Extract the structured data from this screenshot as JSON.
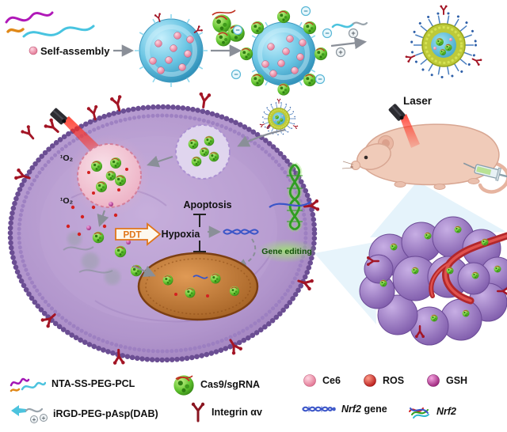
{
  "scene": {
    "self_assembly_label": "Self-assembly",
    "laser_label": "Laser",
    "pdt_label": "PDT",
    "hypoxia_label": "Hypoxia",
    "apoptosis_label": "Apoptosis",
    "gene_editing_label": "Gene editing",
    "singlet_oxygen": "¹O₂",
    "plus_sign": "+",
    "minus_sign": "−"
  },
  "legend": {
    "row1": [
      {
        "name": "nta-ss-peg-pcl",
        "label": "NTA-SS-PEG-PCL"
      },
      {
        "name": "cas9-sgrna",
        "label": "Cas9/sgRNA"
      },
      {
        "name": "ce6",
        "label": "Ce6"
      },
      {
        "name": "ros",
        "label": "ROS"
      },
      {
        "name": "gsh",
        "label": "GSH"
      }
    ],
    "row2": [
      {
        "name": "irgd-peg-pasp-dab",
        "label": "iRGD-PEG-pAsp(DAB)"
      },
      {
        "name": "integrin-av",
        "label": "Integrin αv"
      },
      {
        "name": "nrf2-gene",
        "label_italic": "Nrf2",
        "label_rest": " gene"
      },
      {
        "name": "nrf2-protein",
        "label_italic": "Nrf2",
        "label_rest": ""
      }
    ]
  },
  "colors": {
    "cell_membrane": "#6b4e93",
    "cell_fill": "#b195cc",
    "nanoparticle_green": "#5fc22e",
    "ce6_pink": "#e87898",
    "ros_red": "#c01818",
    "gsh_magenta": "#a02880",
    "laser_red": "#e82818",
    "nucleus_orange": "#b06a28",
    "tumor_purple": "#8a66b4",
    "vessel_red": "#b2272b"
  }
}
